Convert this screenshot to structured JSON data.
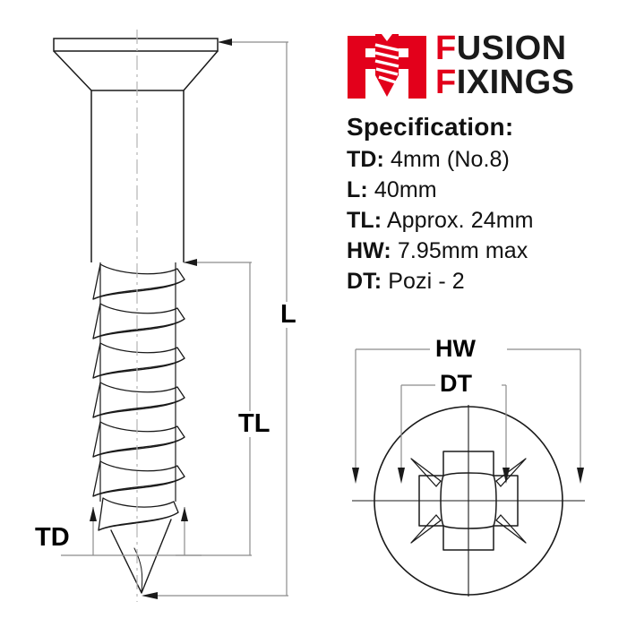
{
  "brand": {
    "logo_mark_name": "fusion-fixings-screw-monogram",
    "line1_lead": "F",
    "line1_rest": "USION",
    "line2_lead": "F",
    "line2_rest": "IXINGS",
    "accent_color": "#E3001B",
    "text_color": "#1A1A1A"
  },
  "spec": {
    "heading": "Specification:",
    "rows": [
      {
        "key": "TD:",
        "value": "4mm (No.8)"
      },
      {
        "key": "L:",
        "value": "40mm"
      },
      {
        "key": "TL:",
        "value": "Approx. 24mm"
      },
      {
        "key": "HW:",
        "value": "7.95mm max"
      },
      {
        "key": "DT:",
        "value": "Pozi - 2"
      }
    ]
  },
  "drawing": {
    "side_view_name": "countersunk-wood-screw-side-view",
    "head_view_name": "screw-head-top-view",
    "labels": {
      "overall_length": "L",
      "thread_length": "TL",
      "thread_diameter": "TD",
      "head_width": "HW",
      "drive_type": "DT"
    },
    "line_color": "#1A1A1A",
    "dim_line_color": "#8C8C8C",
    "centre_line_color": "#B4B4B4"
  }
}
